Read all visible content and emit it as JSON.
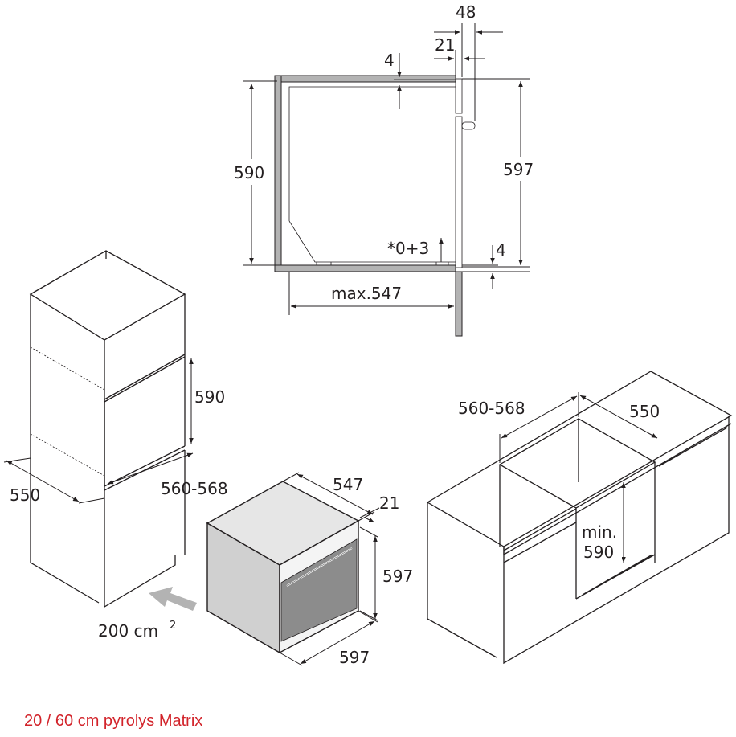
{
  "caption": {
    "text": "20 / 60 cm pyrolys Matrix",
    "color": "#d2232a"
  },
  "section_view": {
    "dim_48": "48",
    "dim_21": "21",
    "dim_top_gap": "4",
    "dim_niche_height": "590",
    "dim_oven_height": "597",
    "dim_tolerance": "*0+3",
    "dim_bottom_gap": "4",
    "dim_depth": "max.547"
  },
  "tall_cabinet": {
    "dim_height": "590",
    "dim_depth": "550",
    "dim_width": "560-568",
    "ventilation_value": "200 cm",
    "ventilation_unit_exp": "2"
  },
  "oven": {
    "dim_depth": "547",
    "dim_panel": "21",
    "dim_height": "597",
    "dim_width": "597"
  },
  "base_cabinet": {
    "dim_width": "560-568",
    "dim_depth": "550",
    "dim_height_label": "min.",
    "dim_height": "590"
  },
  "colors": {
    "wall": "#b3b3b3",
    "door_glass": "#8c8c8c",
    "oven_top": "#e6e6e6",
    "oven_side": "#d0d0d0",
    "arrow": "#b3b3b3"
  }
}
